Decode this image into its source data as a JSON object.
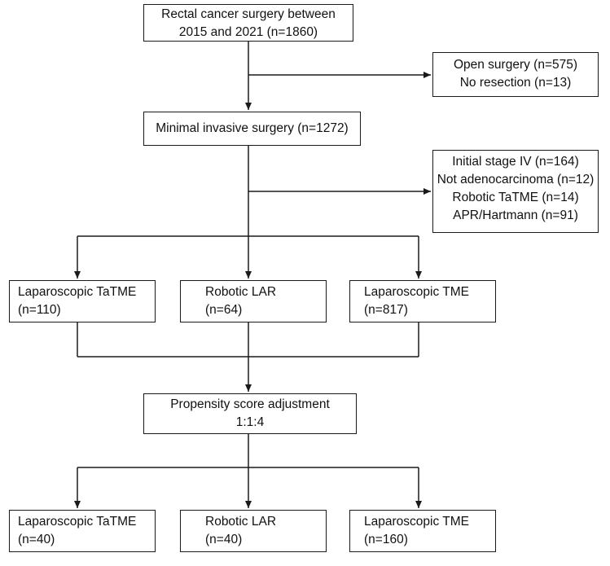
{
  "flowchart": {
    "total": {
      "line1": "Rectal cancer surgery between",
      "line2": "2015 and 2021 (n=1860)"
    },
    "excluded1": {
      "line1": "Open surgery (n=575)",
      "line2": "No resection (n=13)"
    },
    "mis": {
      "line1": "Minimal invasive surgery (n=1272)"
    },
    "excluded2": {
      "line1": "Initial stage IV (n=164)",
      "line2": "Not adenocarcinoma (n=12)",
      "line3": "Robotic TaTME (n=14)",
      "line4": "APR/Hartmann (n=91)"
    },
    "groups": [
      {
        "line1": "Laparoscopic TaTME",
        "line2": "(n=110)"
      },
      {
        "line1": "Robotic LAR",
        "line2": "(n=64)"
      },
      {
        "line1": "Laparoscopic TME",
        "line2": "(n=817)"
      }
    ],
    "psa": {
      "line1": "Propensity score adjustment",
      "line2": "1:1:4"
    },
    "matched": [
      {
        "line1": "Laparoscopic TaTME",
        "line2": "(n=40)"
      },
      {
        "line1": "Robotic LAR",
        "line2": "(n=40)"
      },
      {
        "line1": "Laparoscopic TME",
        "line2": "(n=160)"
      }
    ]
  }
}
